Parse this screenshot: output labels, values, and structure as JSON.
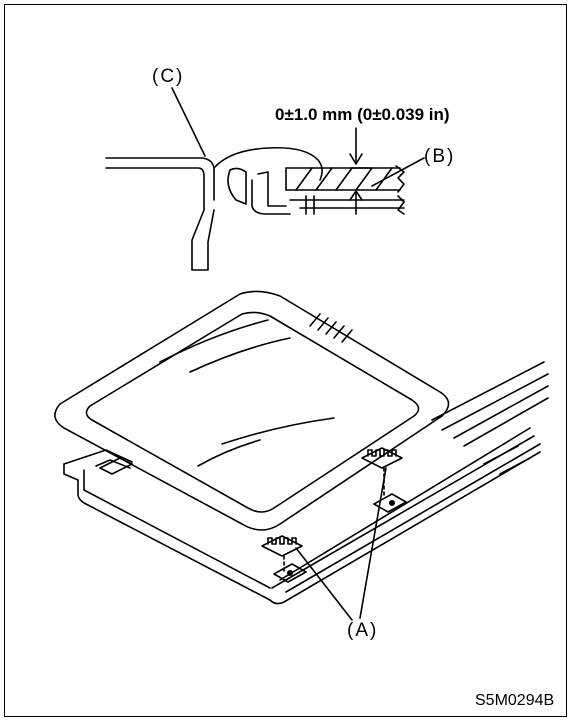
{
  "figure": {
    "dimension_text": "0±1.0 mm (0±0.039 in)",
    "callouts": {
      "A": "(A)",
      "B": "(B)",
      "C": "(C)"
    },
    "figure_code": "S5M0294B"
  },
  "colors": {
    "line": "#000000",
    "background": "#ffffff"
  }
}
